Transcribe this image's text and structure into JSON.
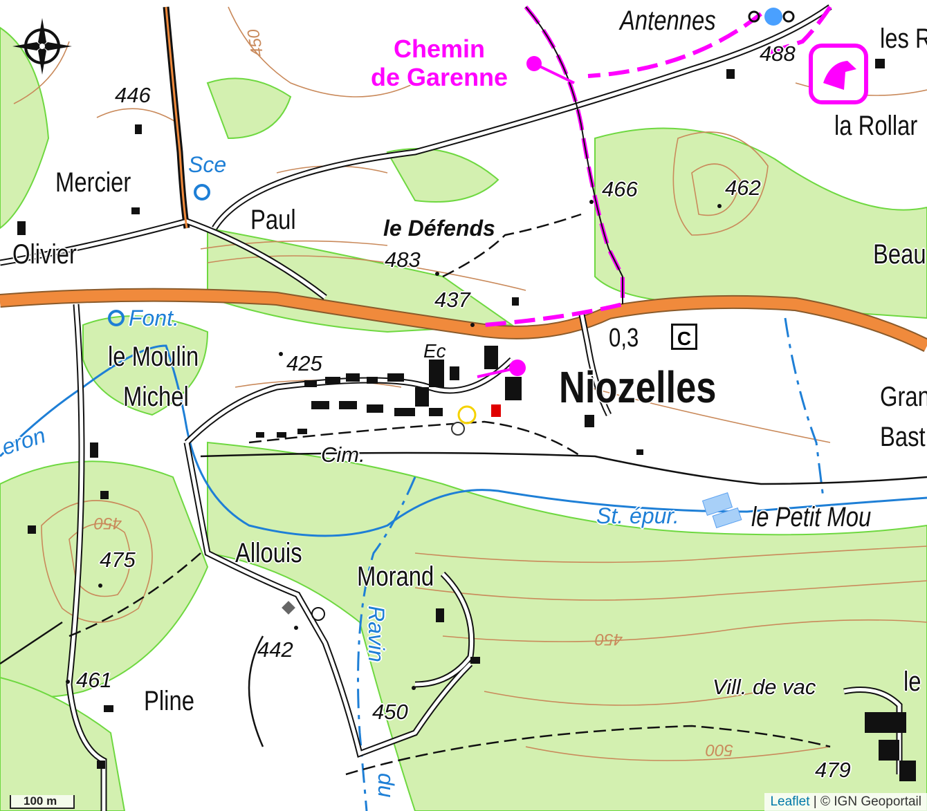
{
  "map": {
    "labels": {
      "antennes": "Antennes",
      "chemin_line1": "Chemin",
      "chemin_line2": "de Garenne",
      "les": "les R",
      "elev_488": "488",
      "la_rollar": "la Rollar",
      "elev_446": "446",
      "mercier": "Mercier",
      "sce": "Sce",
      "paul": "Paul",
      "le_defends": "le Défends",
      "elev_466": "466",
      "elev_462": "462",
      "olivier": "Olivier",
      "elev_483": "483",
      "beau": "Beau",
      "elev_437": "437",
      "font": "Font.",
      "le_moulin": "le Moulin",
      "michel": "Michel",
      "elev_425": "425",
      "ec": "Ec",
      "dist_03": "0,3",
      "c_symbol": "C",
      "niozelles": "Niozelles",
      "gran": "Gran",
      "bast": "Bast",
      "eron": "eron",
      "cim": "Cim.",
      "st_epur": "St. épur.",
      "le_petit_mou": "le Petit Mou",
      "contour_450_left": "450",
      "elev_475": "475",
      "allouis": "Allouis",
      "morand": "Morand",
      "ravin": "Ravin",
      "du": "du",
      "contour_450_right": "450",
      "elev_442": "442",
      "vill_de_vac": "Vill. de vac",
      "le_right": "le",
      "elev_461": "461",
      "pline": "Pline",
      "elev_450": "450",
      "contour_500": "500",
      "elev_479": "479",
      "contour_450_top": "450"
    },
    "colors": {
      "forest": "#d3f0b0",
      "contour": "#c9895a",
      "green_outline": "#6ed840",
      "road_major": "#f08a3c",
      "water": "#1e7fd6",
      "boundary": "#ff00ff"
    },
    "compass_icon": "compass-rose-icon"
  },
  "scale": {
    "label": "100 m"
  },
  "attribution": {
    "leaflet": "Leaflet",
    "separator": " | ",
    "source": "© IGN Geoportail"
  }
}
